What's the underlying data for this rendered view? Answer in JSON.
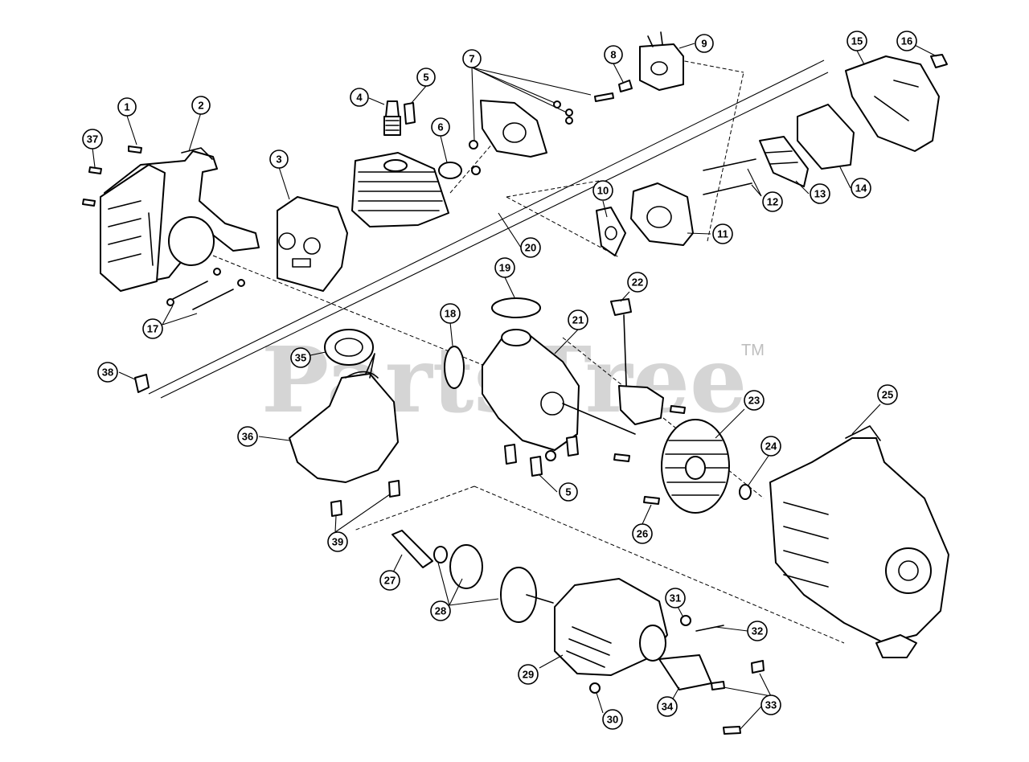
{
  "watermark": {
    "text": "PartsTree",
    "mark": "TM"
  },
  "callouts": [
    {
      "id": "c1",
      "label": "1"
    },
    {
      "id": "c2",
      "label": "2"
    },
    {
      "id": "c3",
      "label": "3"
    },
    {
      "id": "c4",
      "label": "4"
    },
    {
      "id": "c5a",
      "label": "5"
    },
    {
      "id": "c5b",
      "label": "5"
    },
    {
      "id": "c6",
      "label": "6"
    },
    {
      "id": "c7",
      "label": "7"
    },
    {
      "id": "c8",
      "label": "8"
    },
    {
      "id": "c9",
      "label": "9"
    },
    {
      "id": "c10",
      "label": "10"
    },
    {
      "id": "c11",
      "label": "11"
    },
    {
      "id": "c12",
      "label": "12"
    },
    {
      "id": "c13",
      "label": "13"
    },
    {
      "id": "c14",
      "label": "14"
    },
    {
      "id": "c15",
      "label": "15"
    },
    {
      "id": "c16",
      "label": "16"
    },
    {
      "id": "c17",
      "label": "17"
    },
    {
      "id": "c18",
      "label": "18"
    },
    {
      "id": "c19",
      "label": "19"
    },
    {
      "id": "c20",
      "label": "20"
    },
    {
      "id": "c21",
      "label": "21"
    },
    {
      "id": "c22",
      "label": "22"
    },
    {
      "id": "c23",
      "label": "23"
    },
    {
      "id": "c24",
      "label": "24"
    },
    {
      "id": "c25",
      "label": "25"
    },
    {
      "id": "c26",
      "label": "26"
    },
    {
      "id": "c27",
      "label": "27"
    },
    {
      "id": "c28",
      "label": "28"
    },
    {
      "id": "c29",
      "label": "29"
    },
    {
      "id": "c30",
      "label": "30"
    },
    {
      "id": "c31",
      "label": "31"
    },
    {
      "id": "c32",
      "label": "32"
    },
    {
      "id": "c33",
      "label": "33"
    },
    {
      "id": "c34",
      "label": "34"
    },
    {
      "id": "c35",
      "label": "35"
    },
    {
      "id": "c36",
      "label": "36"
    },
    {
      "id": "c37",
      "label": "37"
    },
    {
      "id": "c38",
      "label": "38"
    },
    {
      "id": "c39",
      "label": "39"
    }
  ]
}
